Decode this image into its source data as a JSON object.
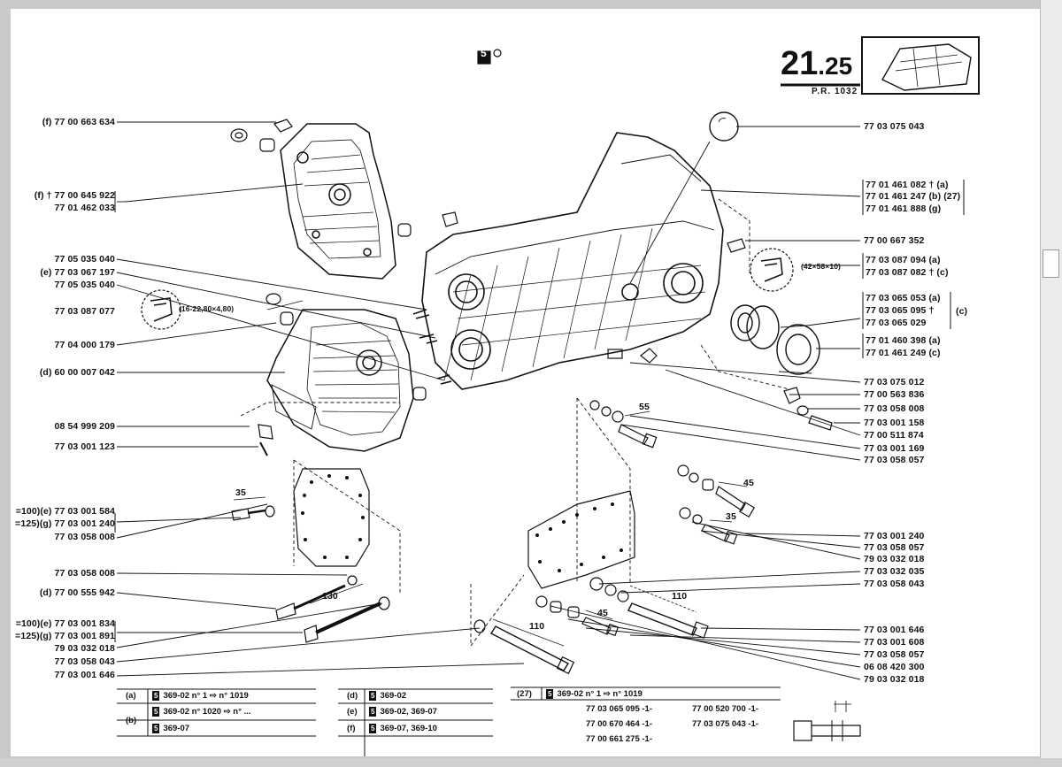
{
  "header": {
    "symbol": "5",
    "page_main": "21",
    "page_sub": ".25",
    "ref": "P.R. 1032"
  },
  "left_labels": [
    {
      "text": "(f) 77 00 663 634"
    },
    {
      "text": "(f) † 77 00 645 922"
    },
    {
      "text": "77 01 462 033"
    },
    {
      "text": "77 05 035 040"
    },
    {
      "text": "(e) 77 03 067 197"
    },
    {
      "text": "77 05 035 040"
    },
    {
      "text": "77 03 087 077"
    },
    {
      "text": "(16-22,80×4,80)"
    },
    {
      "text": "77 04 000 179"
    },
    {
      "text": "(d) 60 00 007 042"
    },
    {
      "text": "08 54 999 209"
    },
    {
      "text": "77 03 001 123"
    },
    {
      "text": "=100)(e) 77 03 001 584"
    },
    {
      "text": "=125)(g) 77 03 001 240"
    },
    {
      "text": "77 03 058 008"
    },
    {
      "text": "77 03 058 008"
    },
    {
      "text": "(d) 77 00 555 942"
    },
    {
      "text": "=100)(e) 77 03 001 834"
    },
    {
      "text": "=125)(g) 77 03 001 891"
    },
    {
      "text": "79 03 032 018"
    },
    {
      "text": "77 03 058 043"
    },
    {
      "text": "77 03 001 646"
    }
  ],
  "right_labels": [
    {
      "text": "77 03 075 043"
    },
    {
      "text": "77 01 461 082 † (a)"
    },
    {
      "text": "77 01 461 247 (b) (27)"
    },
    {
      "text": "77 01 461 888 (g)"
    },
    {
      "text": "77 00 667 352"
    },
    {
      "text": "77 03 087 094 (a)"
    },
    {
      "text": "77 03 087 082 † (c)"
    },
    {
      "text": "(42×58×10)"
    },
    {
      "text": "77 03 065 053 (a)"
    },
    {
      "text": "77 03 065 095 †"
    },
    {
      "text": "77 03 065 029"
    },
    {
      "text": "(c)"
    },
    {
      "text": "77 01 460 398 (a)"
    },
    {
      "text": "77 01 461 249 (c)"
    },
    {
      "text": "77 03 075 012"
    },
    {
      "text": "77 00 563 836"
    },
    {
      "text": "77 03 058 008"
    },
    {
      "text": "77 03 001 158"
    },
    {
      "text": "77 00 511 874"
    },
    {
      "text": "77 03 001 169"
    },
    {
      "text": "77 03 058 057"
    },
    {
      "text": "77 03 001 240"
    },
    {
      "text": "77 03 058 057"
    },
    {
      "text": "79 03 032 018"
    },
    {
      "text": "77 03 032 035"
    },
    {
      "text": "77 03 058 043"
    },
    {
      "text": "77 03 001 646"
    },
    {
      "text": "77 03 001 608"
    },
    {
      "text": "77 03 058 057"
    },
    {
      "text": "06 08 420 300"
    },
    {
      "text": "79 03 032 018"
    }
  ],
  "dims": [
    "35",
    "130",
    "55",
    "45",
    "35",
    "110",
    "45",
    "110"
  ],
  "table": {
    "rows": [
      {
        "key": "(a)",
        "val": "369-02 n° 1 ⇨ n° 1019"
      },
      {
        "key": "(b)",
        "val": "369-02 n° 1020 ⇨ n° ..."
      },
      {
        "key": "",
        "val": "369-07"
      },
      {
        "key": "(d)",
        "val": "369-02"
      },
      {
        "key": "(e)",
        "val": "369-02, 369-07"
      },
      {
        "key": "(f)",
        "val": "369-07, 369-10"
      },
      {
        "key": "(27)",
        "val": "369-02 n° 1 ⇨ n° 1019"
      }
    ],
    "refs": [
      "77 03 065 095 -1-",
      "77 00 520 700 -1-",
      "77 00 670 464 -1-",
      "77 03 075 043 -1-",
      "77 00 661 275 -1-"
    ]
  }
}
